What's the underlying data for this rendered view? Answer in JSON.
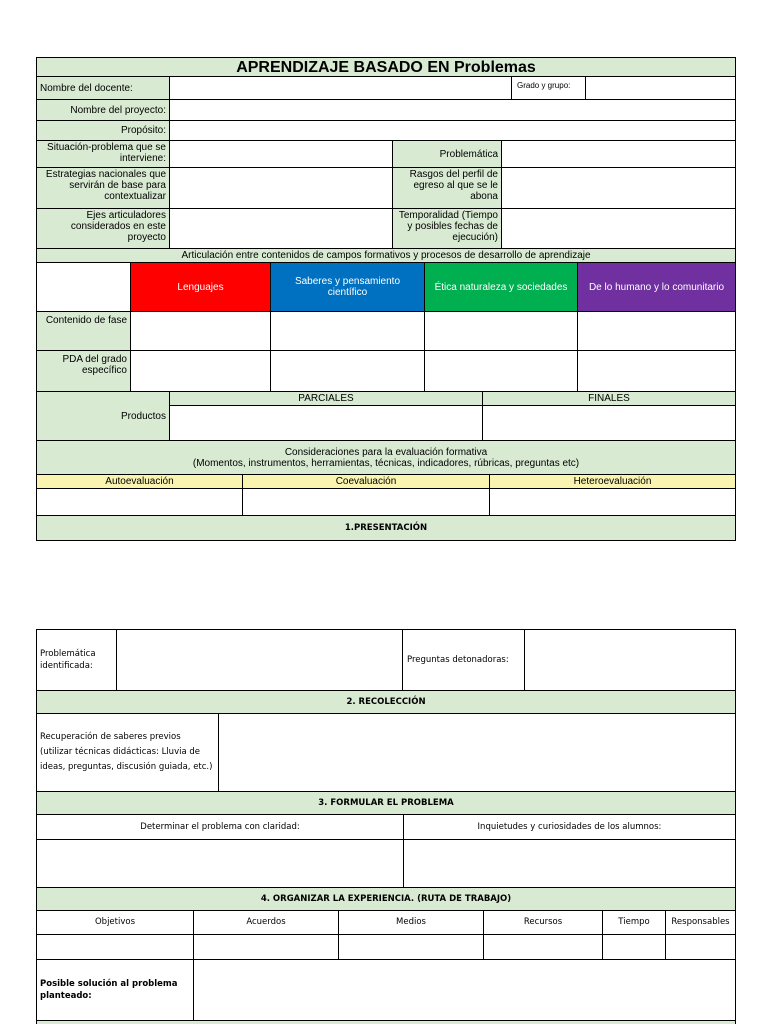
{
  "page1": {
    "title": "APRENDIZAJE BASADO EN Problemas",
    "nombre_docente": "Nombre del docente:",
    "grado_grupo": "Grado y grupo:",
    "nombre_proyecto": "Nombre del proyecto:",
    "proposito": "Propósito:",
    "situacion": "Situación-problema que se interviene:",
    "problematica": "Problemática",
    "estrategias": "Estrategias nacionales que servirán de base para contextualizar",
    "rasgos": "Rasgos del perfil de egreso al que se le abona",
    "ejes": "Ejes articuladores considerados en este proyecto",
    "temporalidad": "Temporalidad (Tiempo y posibles fechas de ejecución)",
    "articulacion": "Articulación entre contenidos de campos formativos y procesos de desarrollo de aprendizaje",
    "campos": [
      {
        "label": "Lenguajes",
        "color": "#ff0000"
      },
      {
        "label": "Saberes y pensamiento científico",
        "color": "#0070c0"
      },
      {
        "label": "Ética naturaleza y sociedades",
        "color": "#00b050"
      },
      {
        "label": "De lo humano y lo comunitario",
        "color": "#7030a0"
      }
    ],
    "contenido_fase": "Contenido de fase",
    "pda": "PDA del grado específico",
    "productos": "Productos",
    "parciales": "PARCIALES",
    "finales": "FINALES",
    "consideraciones_1": "Consideraciones para la evaluación formativa",
    "consideraciones_2": "(Momentos, instrumentos, herramientas, técnicas, indicadores, rúbricas, preguntas etc)",
    "autoevaluacion": "Autoevaluación",
    "coevaluacion": "Coevaluación",
    "heteroevaluacion": "Heteroevaluación",
    "presentacion": "1.PRESENTACIÓN"
  },
  "page2": {
    "problematica_identificada": "Problemática identificada:",
    "preguntas_detonadoras": "Preguntas detonadoras:",
    "recoleccion": "2. RECOLECCIÓN",
    "recuperacion": "Recuperación de saberes previos (utilizar técnicas didácticas: Lluvia de ideas, preguntas, discusión guiada, etc.)",
    "formular": "3. FORMULAR EL PROBLEMA",
    "determinar": "Determinar el problema con claridad:",
    "inquietudes": "Inquietudes y curiosidades de los alumnos:",
    "organizar": "4. ORGANIZAR LA EXPERIENCIA. (RUTA DE TRABAJO)",
    "columns": [
      "Objetivos",
      "Acuerdos",
      "Medios",
      "Recursos",
      "Tiempo",
      "Responsables"
    ],
    "posible_solucion": "Posible solución al problema planteado:"
  }
}
